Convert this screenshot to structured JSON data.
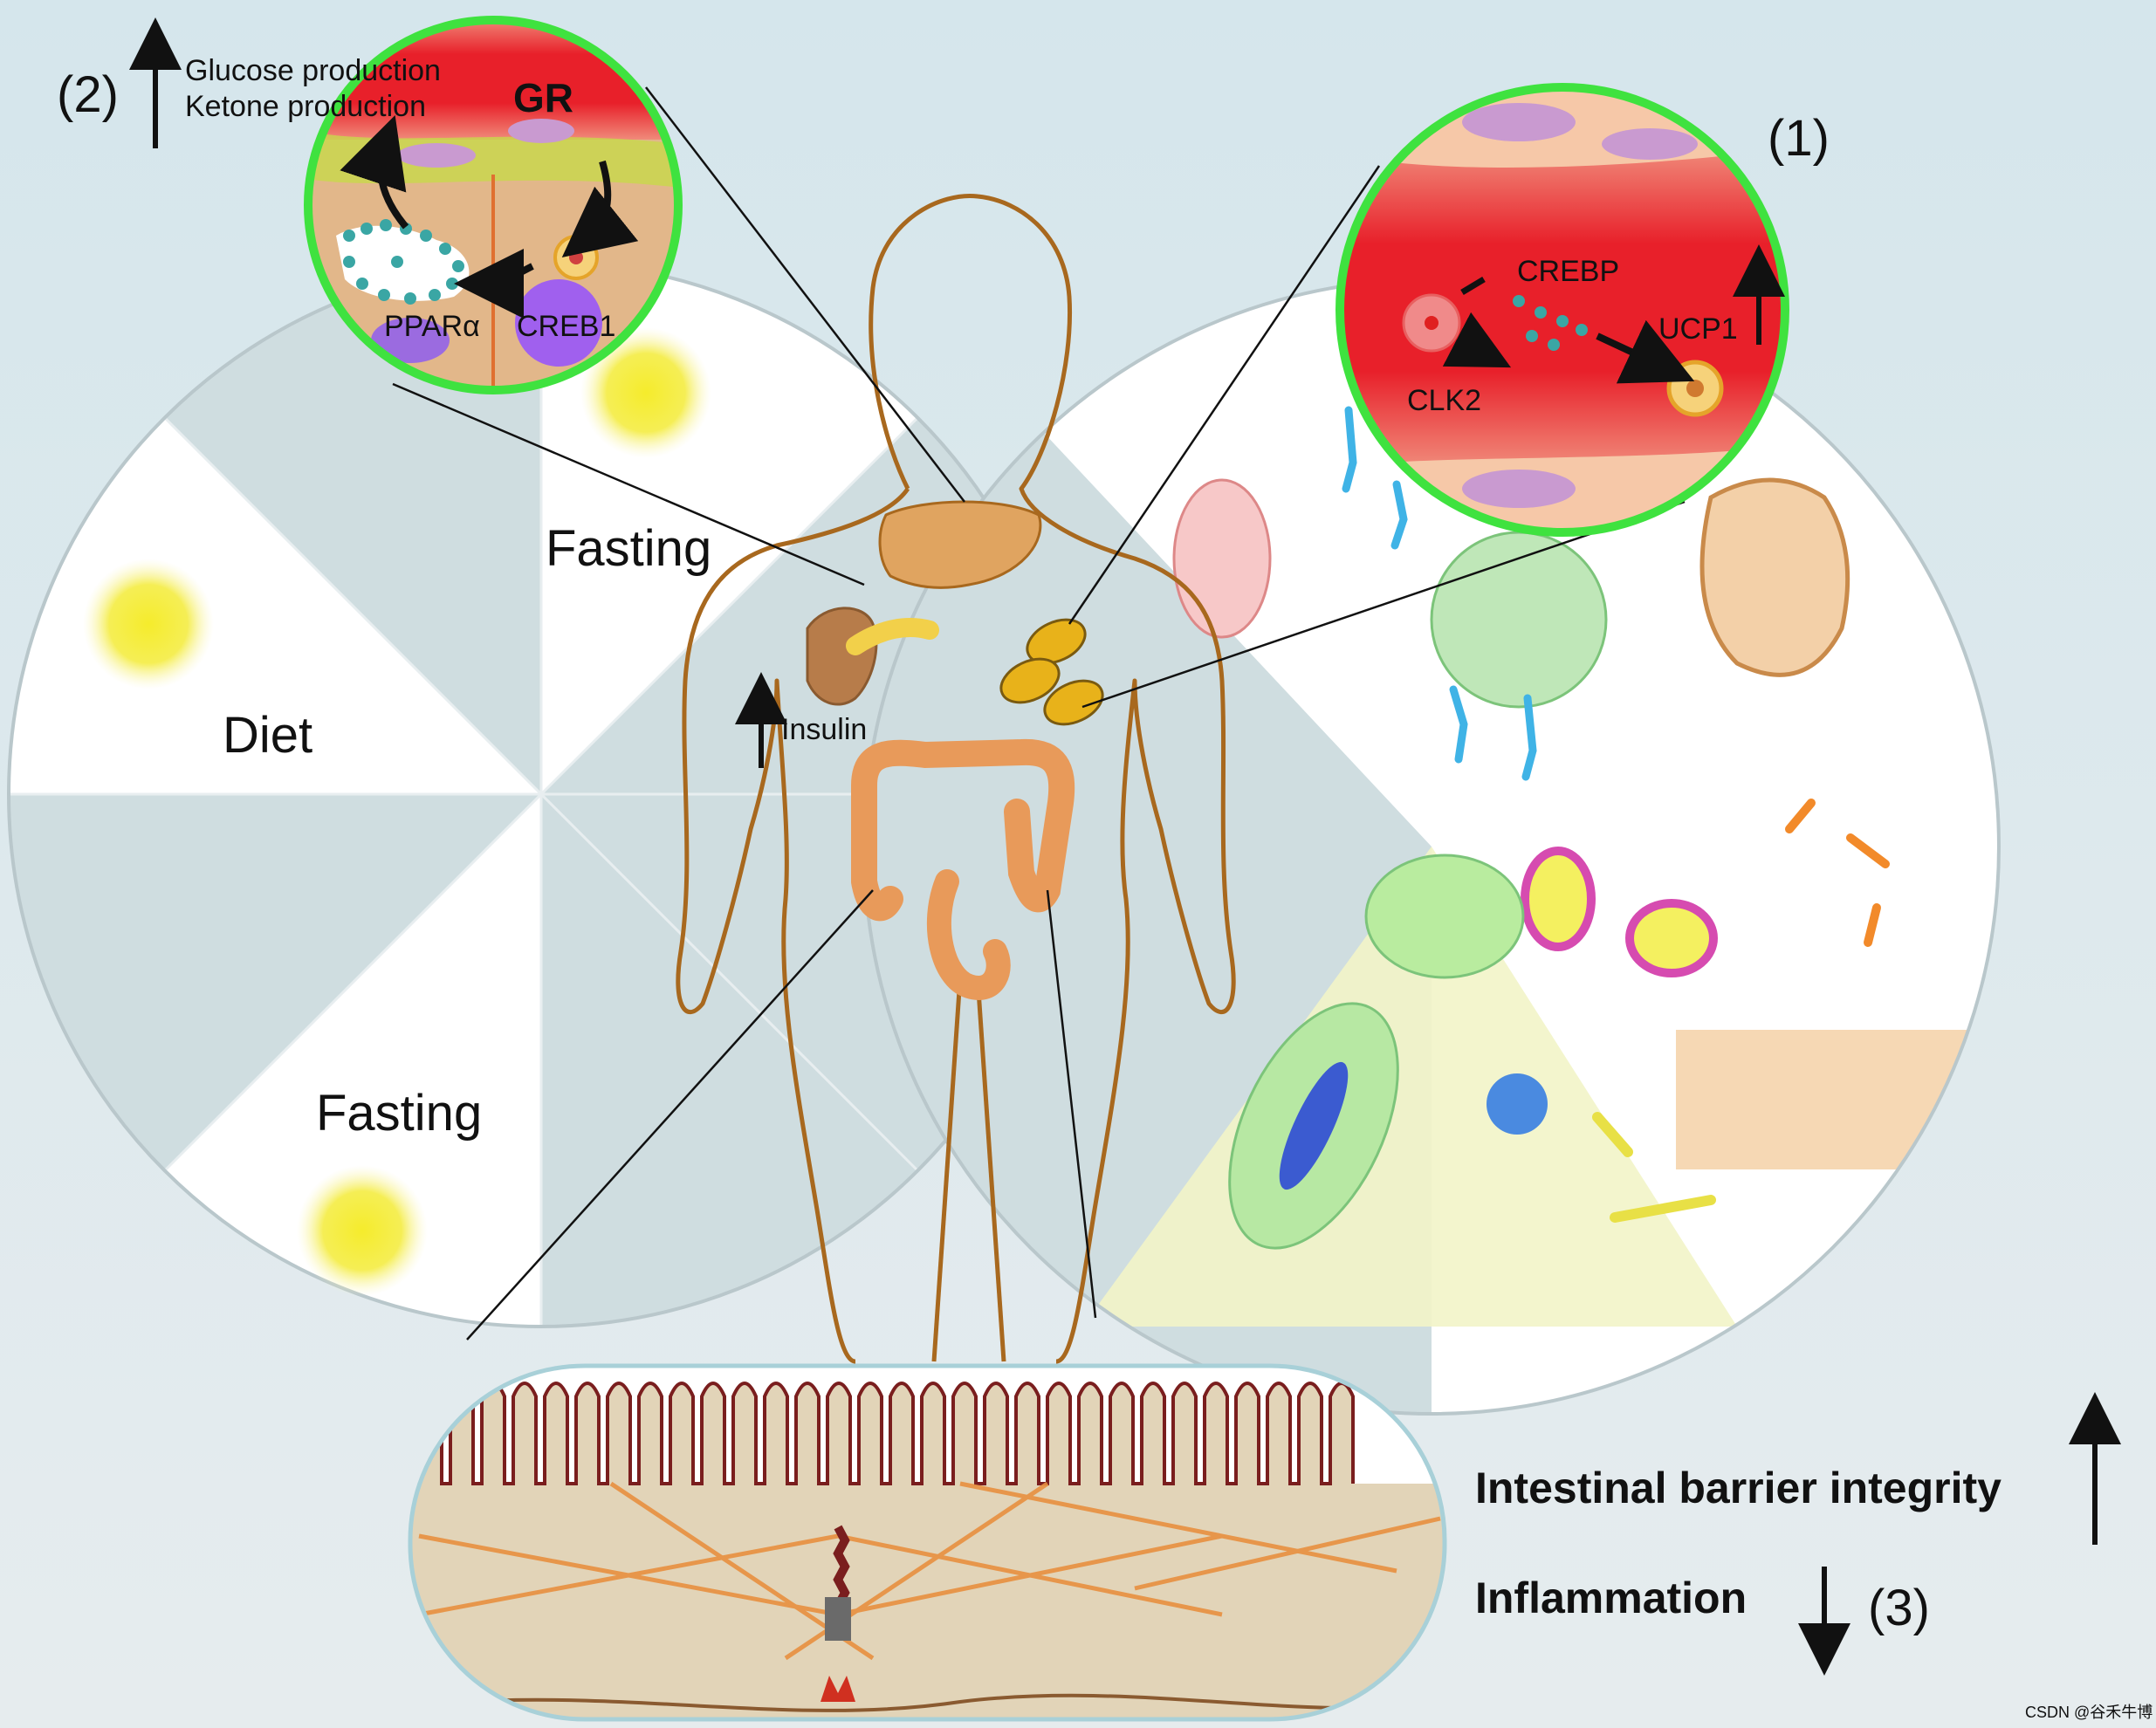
{
  "liver_inset": {
    "marker": "(2)",
    "outcome_lines": [
      "Glucose production",
      "Ketone production"
    ],
    "labels": {
      "receptor": "GR",
      "nuclear_receptor": "PPARα",
      "transcription_factor": "CREB1"
    }
  },
  "fat_inset": {
    "marker": "(1)",
    "labels": {
      "coactivator": "CREBP",
      "kinase": "CLK2",
      "target": "UCP1"
    }
  },
  "clock_wheel": {
    "segments": [
      "Fasting",
      "Diet",
      "Fasting"
    ]
  },
  "body": {
    "hormone_label": "Insulin"
  },
  "gut_effects": {
    "marker": "(3)",
    "barrier": "Intestinal barrier integrity",
    "inflammation": "Inflammation"
  },
  "watermark": "CSDN @谷禾牛博",
  "colors": {
    "background": "#dbe6ea",
    "inset_ring": "#3fe23f",
    "vessel": "#e8202a",
    "sun": "#f4ea3a",
    "body_outline": "#a8681e"
  }
}
